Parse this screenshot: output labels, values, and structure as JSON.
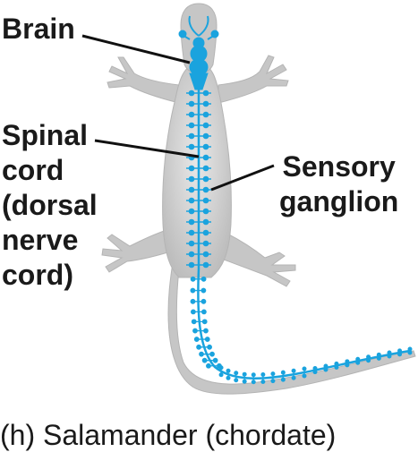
{
  "labels": {
    "brain": "Brain",
    "spinal_cord": "Spinal\ncord\n(dorsal\nnerve\ncord)",
    "sensory_ganglion": "Sensory\nganglion"
  },
  "caption": "(h) Salamander (chordate)",
  "colors": {
    "body": "#c2c2c2",
    "body_edge": "#b4b4b4",
    "nerve": "#1aa3de",
    "leader": "#111111"
  }
}
